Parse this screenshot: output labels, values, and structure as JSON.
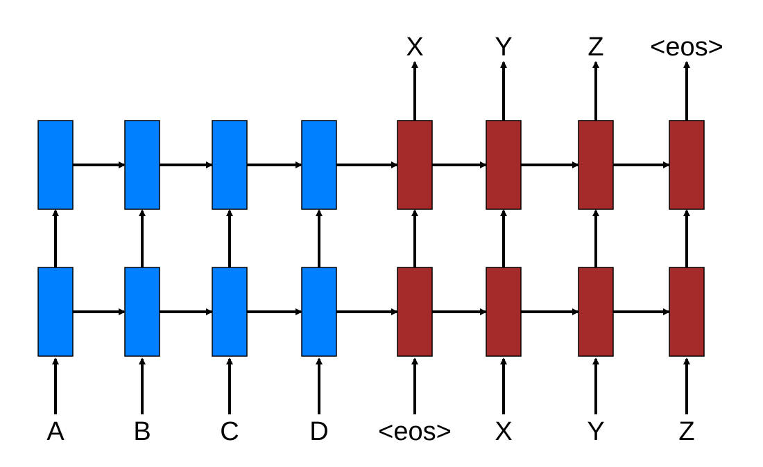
{
  "colors": {
    "encoder": "#0080ff",
    "decoder": "#a52a2a",
    "arrow": "#000000",
    "background": "#ffffff"
  },
  "encoder": {
    "inputs": [
      "A",
      "B",
      "C",
      "D"
    ]
  },
  "decoder": {
    "inputs": [
      "<eos>",
      "X",
      "Y",
      "Z"
    ],
    "outputs": [
      "X",
      "Y",
      "Z",
      "<eos>"
    ]
  },
  "layers": 2
}
